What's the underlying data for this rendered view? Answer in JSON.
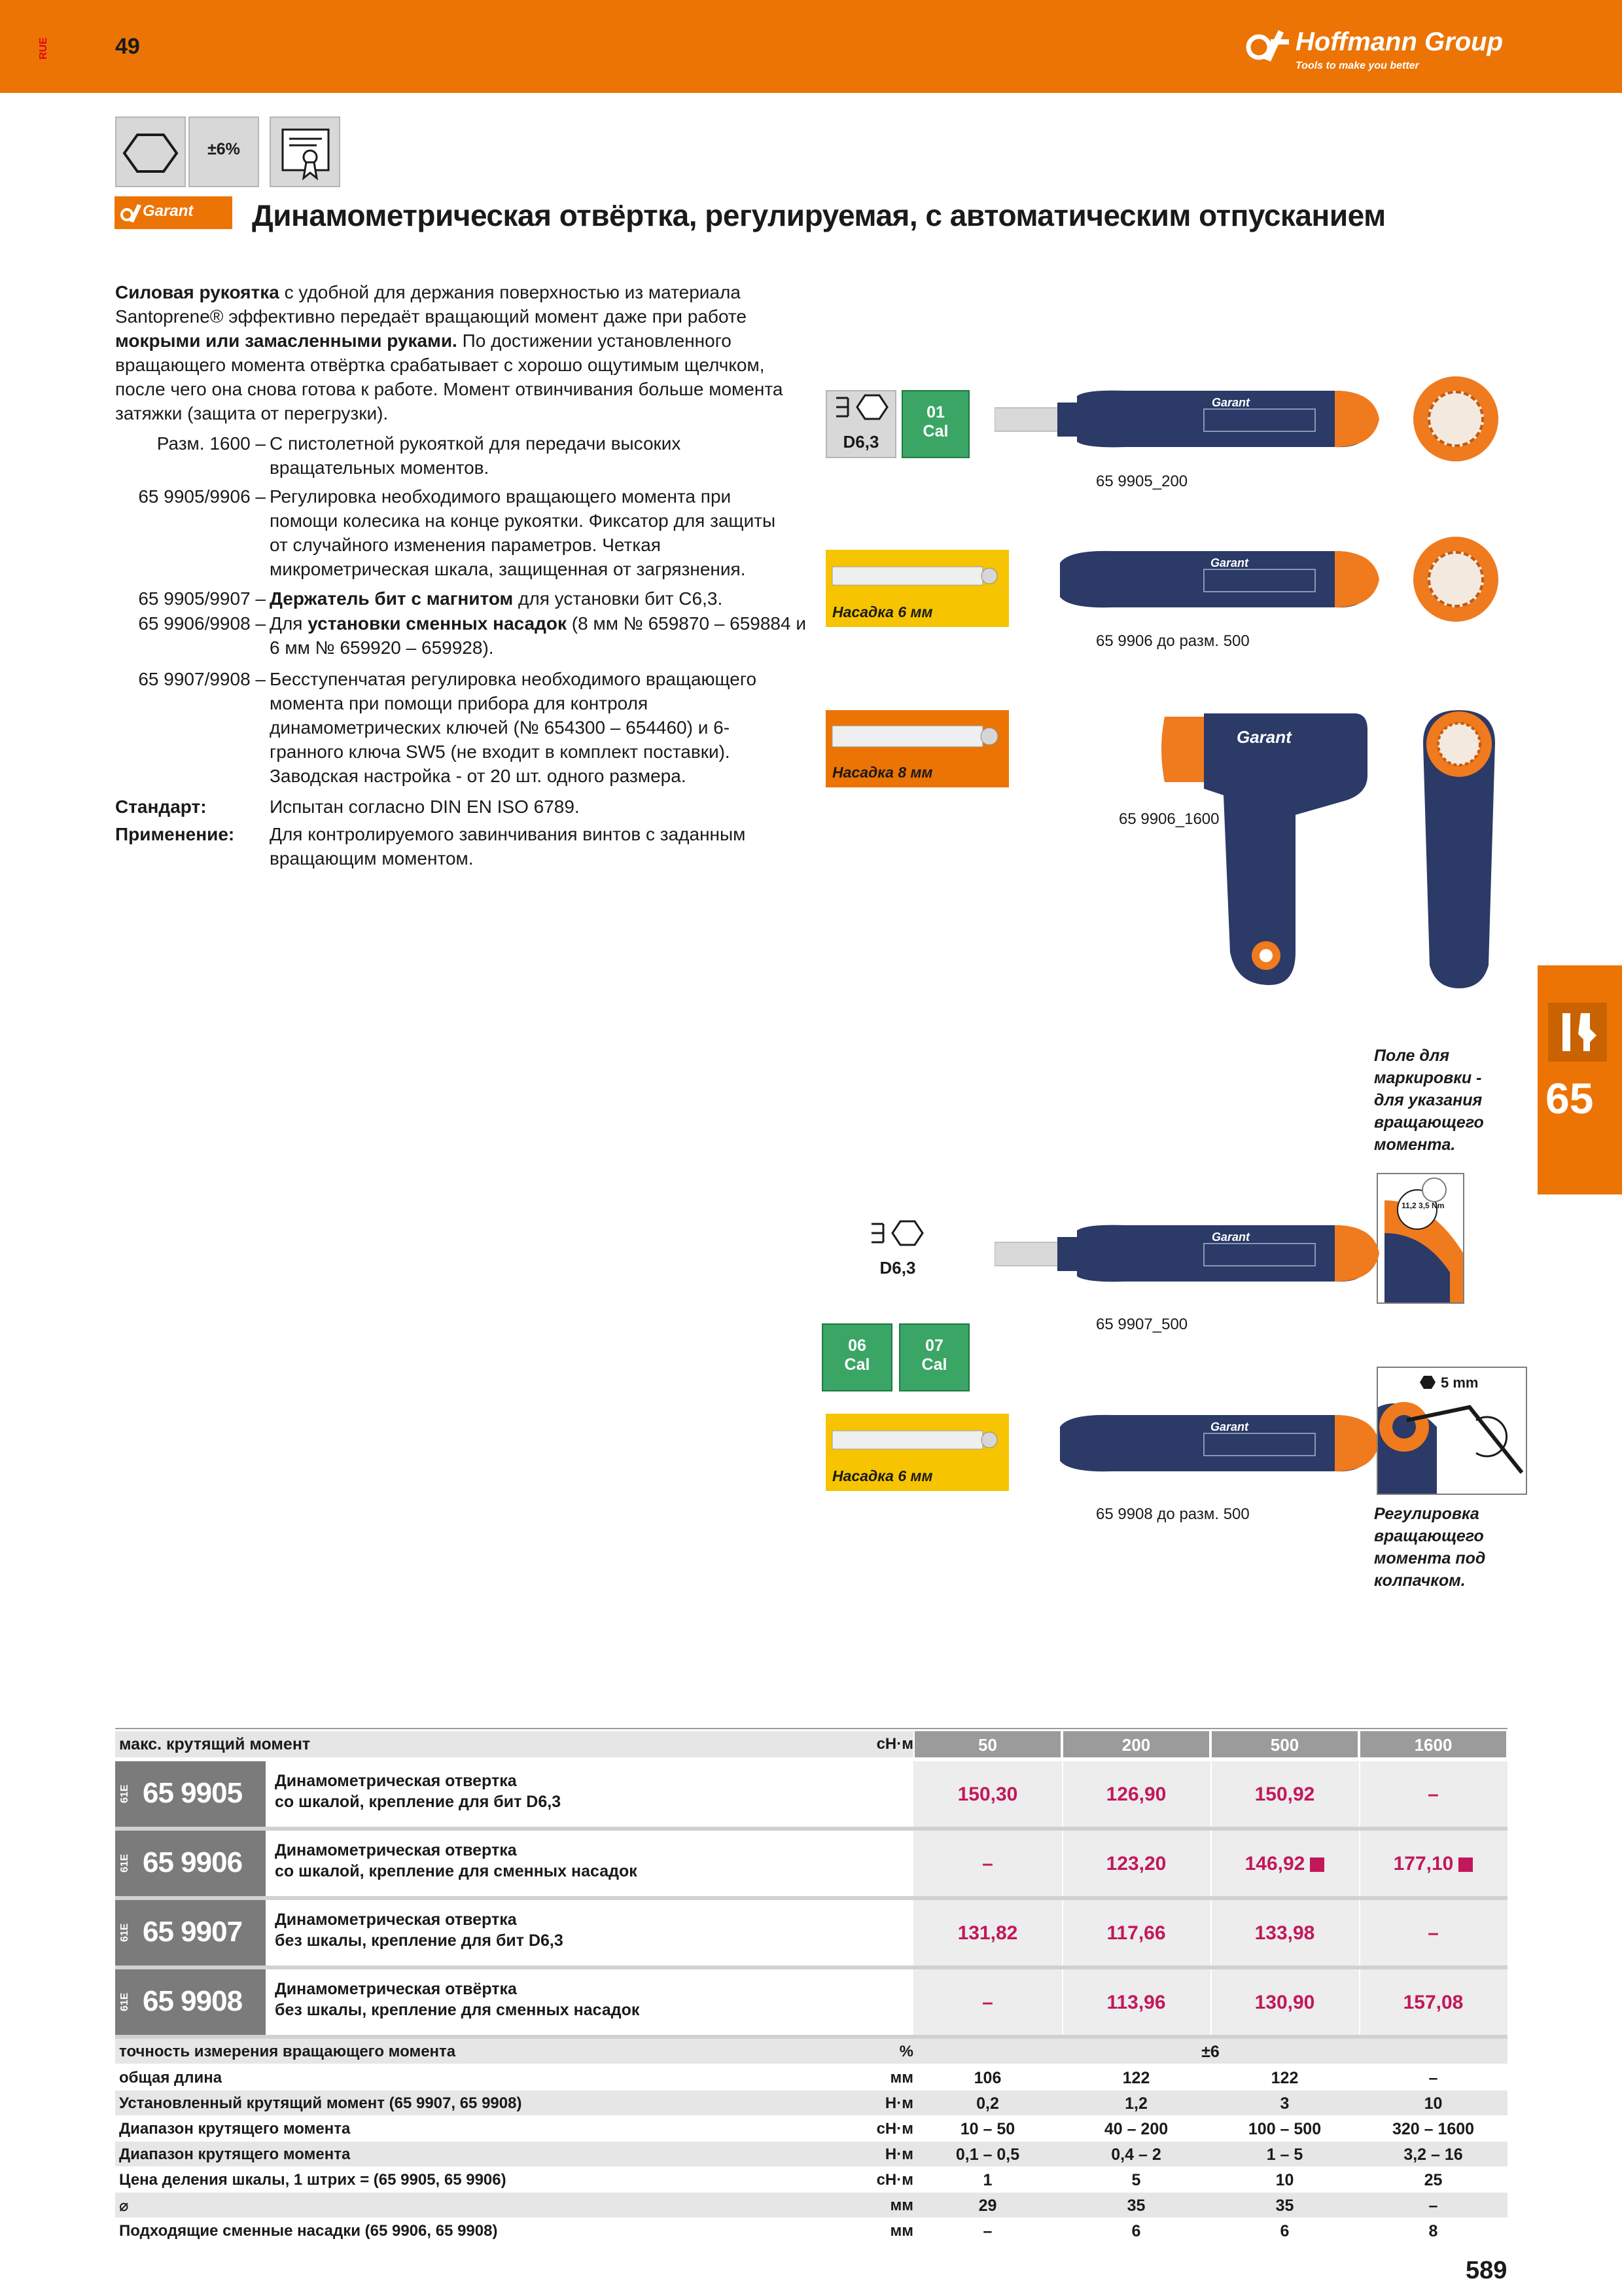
{
  "header": {
    "lang_code": "RUE",
    "catalog_no": "49",
    "brand": "Hoffmann Group",
    "slogan": "Tools to make you better"
  },
  "features": {
    "accuracy": "±6%"
  },
  "brand_logo": "Garant",
  "title": "Динамометрическая отвёртка, регулируемая, с автоматическим отпусканием",
  "intro": {
    "p1": "Силовая рукоятка",
    "p2": " с удобной для держания поверхностью из материала Santoprene® эффективно передаёт вращающий момент даже при работе ",
    "p3": "мокрыми или замасленными руками.",
    "p4": " По достижении установленного вращающего момента отвёртка срабатывает с хорошо ощутимым щелчком, после чего она снова готова к работе. Момент отвинчивания больше момента затяжки (защита от перегрузки)."
  },
  "details": [
    {
      "label": "Разм. 1600 –",
      "text": "С пистолетной рукояткой для передачи высоких вращательных моментов."
    },
    {
      "label": "65 9905/9906 –",
      "text": "Регулировка необходимого вращающего момента при помощи колесика на конце рукоятки. Фиксатор для защиты от случайного изменения параметров. Четкая микрометрическая шкала, защищенная от загрязнения."
    },
    {
      "label": "65 9905/9907 –",
      "text_b": "Держатель бит с магнитом",
      "text_a": " для установки бит С6,3."
    },
    {
      "label": "65 9906/9908 –",
      "text_pre": "Для ",
      "text_b": "установки сменных насадок",
      "text_a": " (8 мм № 659870 – 659884 и 6 мм № 659920 – 659928)."
    },
    {
      "label": "65 9907/9908 –",
      "text": "Бесступенчатая регулировка необходимого вращающего момента при помощи прибора для контроля динамометрических ключей (№ 654300 – 654460) и 6-гранного ключа SW5 (не входит в комплект поставки). Заводская настройка - от 20 шт. одного размера."
    }
  ],
  "standard": {
    "label": "Стандарт:",
    "text": "Испытан согласно DIN EN ISO 6789."
  },
  "application": {
    "label": "Применение:",
    "text": "Для контролируемого завинчивания винтов с заданным вращающим моментом."
  },
  "figures": {
    "d63": "D6,3",
    "d63_b": "D6,3",
    "cal1": {
      "num": "01",
      "txt": "Cal"
    },
    "cal6": {
      "num": "06",
      "txt": "Cal"
    },
    "cal7": {
      "num": "07",
      "txt": "Cal"
    },
    "cap1": "65 9905_200",
    "cap2": "65 9906 до разм. 500",
    "cap3": "65 9906_1600",
    "cap4": "65 9907_500",
    "cap5": "65 9908 до разм. 500",
    "bit6": "Насадка 6 мм",
    "bit8": "Насадка 8 мм",
    "bit6b": "Насадка 6 мм",
    "handle_brand": "Garant",
    "note_marking": "Поле для маркировки - для указания вращающего момента.",
    "note_adjust": "Регулировка вращающего момента под колпачком.",
    "hex5": "5 mm",
    "mark_val": "11,2 3,5 Nm"
  },
  "side_tab": {
    "number": "65"
  },
  "table": {
    "head": {
      "label": "макс. крутящий момент",
      "unit": "cH·м",
      "sizes": [
        "50",
        "200",
        "500",
        "1600"
      ]
    },
    "articles": [
      {
        "prefix": "61E",
        "code": "65 9905",
        "line1": "Динамометрическая отвертка",
        "line2": "со шкалой, крепление для бит D6,3",
        "prices": [
          "150,30",
          "126,90",
          "150,92",
          "–"
        ],
        "marks": [
          false,
          false,
          false,
          false
        ]
      },
      {
        "prefix": "61E",
        "code": "65 9906",
        "line1": "Динамометрическая отвертка",
        "line2": "со шкалой, крепление для сменных насадок",
        "prices": [
          "–",
          "123,20",
          "146,92",
          "177,10"
        ],
        "marks": [
          false,
          false,
          true,
          true
        ]
      },
      {
        "prefix": "61E",
        "code": "65 9907",
        "line1": "Динамометрическая отвертка",
        "line2": "без шкалы, крепление для бит D6,3",
        "prices": [
          "131,82",
          "117,66",
          "133,98",
          "–"
        ],
        "marks": [
          false,
          false,
          false,
          false
        ]
      },
      {
        "prefix": "61E",
        "code": "65 9908",
        "line1": "Динамометрическая отвёртка",
        "line2": "без шкалы, крепление для сменных насадок",
        "prices": [
          "–",
          "113,96",
          "130,90",
          "157,08"
        ],
        "marks": [
          false,
          false,
          false,
          false
        ]
      }
    ],
    "accuracy_row": {
      "label": "точность измерения вращающего момента",
      "unit": "%",
      "value": "±6"
    },
    "specs": [
      {
        "label": "общая длина",
        "unit": "мм",
        "values": [
          "106",
          "122",
          "122",
          "–"
        ]
      },
      {
        "label": "Установленный крутящий момент (65 9907, 65 9908)",
        "unit": "Н·м",
        "values": [
          "0,2",
          "1,2",
          "3",
          "10"
        ]
      },
      {
        "label": "Диапазон крутящего момента",
        "unit": "cH·м",
        "values": [
          "10 – 50",
          "40 – 200",
          "100 – 500",
          "320 – 1600"
        ]
      },
      {
        "label": "Диапазон крутящего момента",
        "unit": "Н·м",
        "values": [
          "0,1 – 0,5",
          "0,4 – 2",
          "1 – 5",
          "3,2 – 16"
        ]
      },
      {
        "label": "Цена деления шкалы, 1 штрих = (65 9905, 65 9906)",
        "unit": "cH·м",
        "values": [
          "1",
          "5",
          "10",
          "25"
        ]
      },
      {
        "label": "⌀",
        "unit": "мм",
        "values": [
          "29",
          "35",
          "35",
          "–"
        ]
      },
      {
        "label": "Подходящие сменные насадки (65 9906, 65 9908)",
        "unit": "мм",
        "values": [
          "–",
          "6",
          "6",
          "8"
        ]
      }
    ]
  },
  "page_number": "589",
  "colors": {
    "orange": "#ec7405",
    "green": "#3aa565",
    "price": "#c2185b",
    "handle": "#2b3a66",
    "yellow": "#f6c400"
  }
}
